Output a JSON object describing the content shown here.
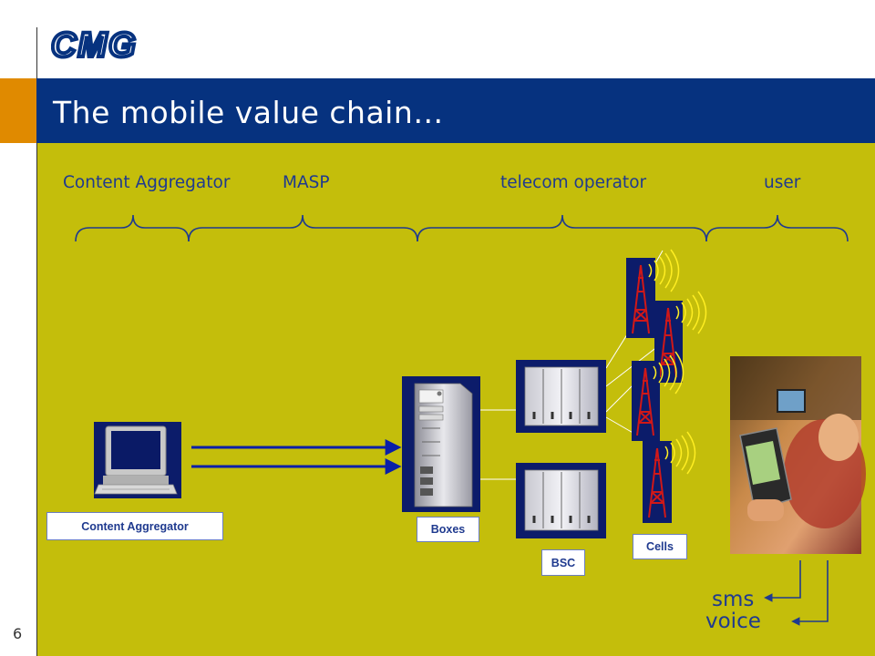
{
  "logo": {
    "text": "CMG"
  },
  "slide": {
    "title": "The mobile value chain…",
    "page_number": "6"
  },
  "chain_stages": [
    "Content Aggregator",
    "MASP",
    "telecom operator",
    "user"
  ],
  "devices": {
    "content_aggregator_label": "Content Aggregator",
    "boxes_label": "Boxes",
    "bsc_label": "BSC",
    "cells_label": "Cells"
  },
  "outputs": {
    "sms": "sms",
    "voice": "voice"
  },
  "colors": {
    "title_bar": "#06327f",
    "accent_orange": "#e08a00",
    "stage_background": "#c4be0b",
    "text_blue": "#1f3a8f",
    "arrow_blue": "#0a1fa8",
    "tower_red": "#d01818",
    "radio_wave": "#ffee22"
  },
  "icons": [
    "desktop-computer-icon",
    "tower-server-icon",
    "rack-server-icon",
    "cell-tower-icon",
    "mobile-phone-photo"
  ]
}
